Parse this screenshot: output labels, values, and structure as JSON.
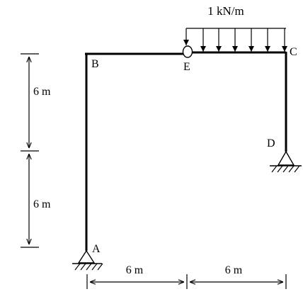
{
  "load": {
    "label": "1 kN/m"
  },
  "nodes": {
    "a": "A",
    "b": "B",
    "c": "C",
    "d": "D",
    "e": "E"
  },
  "dimensions": {
    "upper_height": "6 m",
    "lower_height": "6 m",
    "left_span": "6 m",
    "right_span": "6 m"
  },
  "colors": {
    "line": "#000000",
    "background": "#ffffff"
  }
}
